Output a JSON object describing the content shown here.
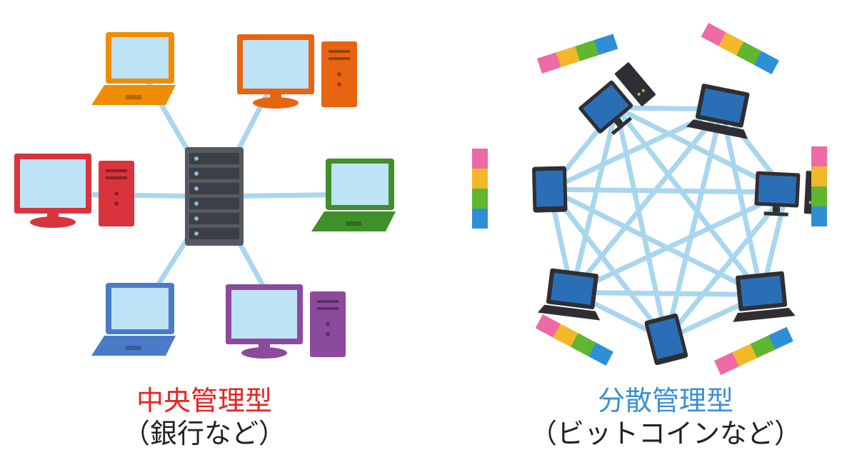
{
  "centralized": {
    "title": "中央管理型",
    "subtitle": "（銀行など）",
    "color": "#e8231f"
  },
  "decentralized": {
    "title": "分散管理型",
    "subtitle": "（ビットコインなど）",
    "color": "#3a8fd8"
  },
  "colors": {
    "link": "#a9d6ef",
    "screen": "#bfe3f6",
    "orange": "#f08c00",
    "orange_dark": "#e8650f",
    "red": "#d9343d",
    "green": "#3f8f2a",
    "blue": "#4a7bc8",
    "purple": "#8c4a9c",
    "server": "#555a60",
    "dark_device": "#2f2f33",
    "dark_screen": "#2a6fb6",
    "puzzle": [
      "#ee6aa7",
      "#f3b72a",
      "#61b52f",
      "#2f8fd6"
    ]
  },
  "icons": {
    "server": "server-icon",
    "laptop": "laptop-icon",
    "desktop": "desktop-icon",
    "tablet": "tablet-icon",
    "blockchain": "blockchain-puzzle-icon"
  }
}
